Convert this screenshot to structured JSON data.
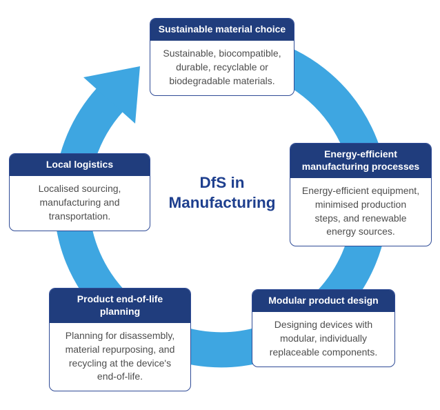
{
  "diagram": {
    "title": "DfS in\nManufacturing",
    "cycle_direction": "clockwise",
    "colors": {
      "arrow_blue": "#3ea6e1",
      "header_navy": "#203d7d",
      "card_border_navy": "#2e4a96",
      "title_navy": "#1e3f8e",
      "body_text_gray": "#4d4d4d",
      "background": "#ffffff"
    },
    "cards": [
      {
        "position": "top",
        "title": "Sustainable material choice",
        "body": "Sustainable, biocompatible,\ndurable, recyclable or\nbiodegradable materials."
      },
      {
        "position": "right",
        "title": "Energy-efficient\nmanufacturing processes",
        "body": "Energy-efficient equipment,\nminimised production\nsteps, and renewable\nenergy sources."
      },
      {
        "position": "bottom-right",
        "title": "Modular product design",
        "body": "Designing devices with\nmodular, individually\nreplaceable components."
      },
      {
        "position": "bottom-left",
        "title": "Product end-of-life\nplanning",
        "body": "Planning for disassembly,\nmaterial repurposing, and\nrecycling at the device's\nend-of-life."
      },
      {
        "position": "left",
        "title": "Local logistics",
        "body": "Localised sourcing,\nmanufacturing and\ntransportation."
      }
    ]
  }
}
